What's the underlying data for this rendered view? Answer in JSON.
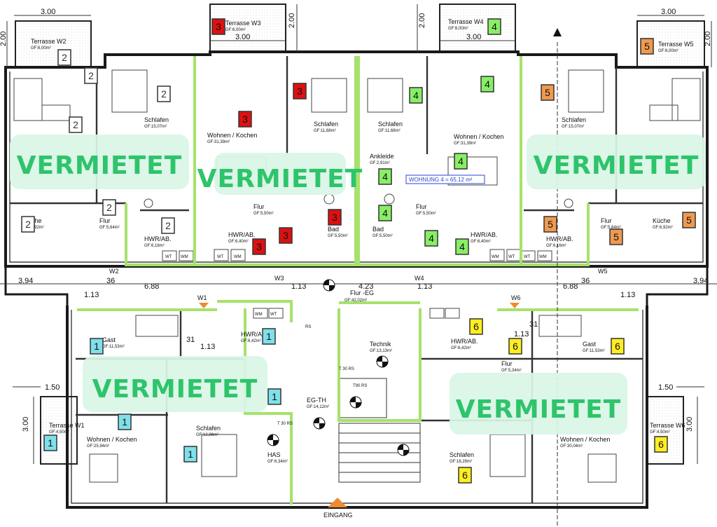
{
  "plan": {
    "entrance": "EINGANG",
    "hallway": {
      "name": "Flur -EG",
      "area": "GF:42,02m²"
    },
    "apartment4_label": "WOHNUNG  4 = 65.12 m²",
    "overlay_text": "VERMIETET",
    "unit_colors": {
      "1": "#7fe0ea",
      "2": "#ffffff",
      "3": "#dd1111",
      "4": "#88ee66",
      "5": "#ef9a4f",
      "6": "#ffee22"
    },
    "unit_text_colors": {
      "1": "#111111",
      "2": "#333333",
      "3": "#111111",
      "4": "#111111",
      "5": "#111111",
      "6": "#111111"
    },
    "dims": [
      "3.00",
      "2.00",
      "3.00",
      "2.00",
      "3.00",
      "2.00",
      "3.00",
      "2.00",
      "1.50",
      "3.00",
      "1.50",
      "3.00",
      "3.94",
      "6.88",
      "1.13",
      "4.23",
      "1.13",
      "6.88",
      "3.94",
      "36",
      "36",
      "1.13",
      "1.13",
      "31",
      "31",
      "1.13",
      "1.13"
    ],
    "windows": [
      "W2",
      "W3",
      "W4",
      "W5",
      "W1",
      "W6"
    ],
    "fixtures": [
      "WT",
      "WM",
      "WT",
      "WM",
      "WM",
      "WT",
      "WT",
      "WM",
      "WM",
      "WT",
      "RS",
      "T 30 RS",
      "T 30 RS",
      "T90 RS"
    ],
    "rooms": [
      {
        "name": "Terrasse W2",
        "area": "GF:6,00m²"
      },
      {
        "name": "Terrasse W3",
        "area": "GF:6,00m²"
      },
      {
        "name": "Terrasse W4",
        "area": "GF:6,00m²"
      },
      {
        "name": "Terrasse W5",
        "area": "GF:6,00m²"
      },
      {
        "name": "Schlafen",
        "area": "GF:15,07m²"
      },
      {
        "name": "Wohnen / Kochen",
        "area": "GF:31,39m²"
      },
      {
        "name": "Schlafen",
        "area": "GF:11,68m²"
      },
      {
        "name": "Schlafen",
        "area": "GF:11,68m²"
      },
      {
        "name": "Wohnen / Kochen",
        "area": "GF:31,39m²"
      },
      {
        "name": "Schlafen",
        "area": "GF:15,07m²"
      },
      {
        "name": "Ankleide",
        "area": "GF:2,91m²"
      },
      {
        "name": "Küche",
        "area": "GF:6,92m²"
      },
      {
        "name": "Flur",
        "area": "GF:5,64m²"
      },
      {
        "name": "HWR/AB.",
        "area": "GF:6,16m²"
      },
      {
        "name": "Flur",
        "area": "GF:5,50m²"
      },
      {
        "name": "HWR/AB.",
        "area": "GF:6,40m²"
      },
      {
        "name": "Bad",
        "area": "GF:5,50m²"
      },
      {
        "name": "Bad",
        "area": "GF:5,50m²"
      },
      {
        "name": "Flur",
        "area": "GF:5,50m²"
      },
      {
        "name": "HWR/AB.",
        "area": "GF:6,40m²"
      },
      {
        "name": "Flur",
        "area": "GF:5,64m²"
      },
      {
        "name": "HWR/AB.",
        "area": "GF:6,16m²"
      },
      {
        "name": "Küche",
        "area": "GF:6,92m²"
      },
      {
        "name": "Gast",
        "area": "GF:11,53m²"
      },
      {
        "name": "HWR/AB.",
        "area": "GF:6,42m²"
      },
      {
        "name": "Technik",
        "area": "GF:13,13m²"
      },
      {
        "name": "HWR/AB.",
        "area": "GF:6,42m²"
      },
      {
        "name": "Gast",
        "area": "GF:11,53m²"
      },
      {
        "name": "Flur",
        "area": "GF:5,34m²"
      },
      {
        "name": "EG-TH",
        "area": "GF:14,12m²"
      },
      {
        "name": "Terrasse W1",
        "area": "GF:4,50m²"
      },
      {
        "name": "Wohnen / Kochen",
        "area": "GF:25,94m²"
      },
      {
        "name": "Schlafen",
        "area": "GF:12,86m²"
      },
      {
        "name": "HAS",
        "area": "GF:6,34m²"
      },
      {
        "name": "Schlafen",
        "area": "GF:16,29m²"
      },
      {
        "name": "Wohnen / Kochen",
        "area": "GF:30,04m²"
      },
      {
        "name": "Terrasse W6",
        "area": "GF:4,50m²"
      }
    ],
    "badges": [
      {
        "unit": "2",
        "label": "2"
      },
      {
        "unit": "2",
        "label": "2"
      },
      {
        "unit": "2",
        "label": "2"
      },
      {
        "unit": "2",
        "label": "2"
      },
      {
        "unit": "2",
        "label": "2"
      },
      {
        "unit": "2",
        "label": "2"
      },
      {
        "unit": "2",
        "label": "2"
      },
      {
        "unit": "3",
        "label": "3"
      },
      {
        "unit": "3",
        "label": "3"
      },
      {
        "unit": "3",
        "label": "3"
      },
      {
        "unit": "3",
        "label": "3"
      },
      {
        "unit": "3",
        "label": "3"
      },
      {
        "unit": "3",
        "label": "3"
      },
      {
        "unit": "4",
        "label": "4"
      },
      {
        "unit": "4",
        "label": "4"
      },
      {
        "unit": "4",
        "label": "4"
      },
      {
        "unit": "4",
        "label": "4"
      },
      {
        "unit": "4",
        "label": "4"
      },
      {
        "unit": "4",
        "label": "4"
      },
      {
        "unit": "4",
        "label": "4"
      },
      {
        "unit": "4",
        "label": "4"
      },
      {
        "unit": "5",
        "label": "5"
      },
      {
        "unit": "5",
        "label": "5"
      },
      {
        "unit": "5",
        "label": "5"
      },
      {
        "unit": "5",
        "label": "5"
      },
      {
        "unit": "5",
        "label": "5"
      },
      {
        "unit": "1",
        "label": "1"
      },
      {
        "unit": "1",
        "label": "1"
      },
      {
        "unit": "1",
        "label": "1"
      },
      {
        "unit": "1",
        "label": "1"
      },
      {
        "unit": "1",
        "label": "1"
      },
      {
        "unit": "1",
        "label": "1"
      },
      {
        "unit": "6",
        "label": "6"
      },
      {
        "unit": "6",
        "label": "6"
      },
      {
        "unit": "6",
        "label": "6"
      },
      {
        "unit": "6",
        "label": "6"
      },
      {
        "unit": "6",
        "label": "6"
      }
    ]
  }
}
